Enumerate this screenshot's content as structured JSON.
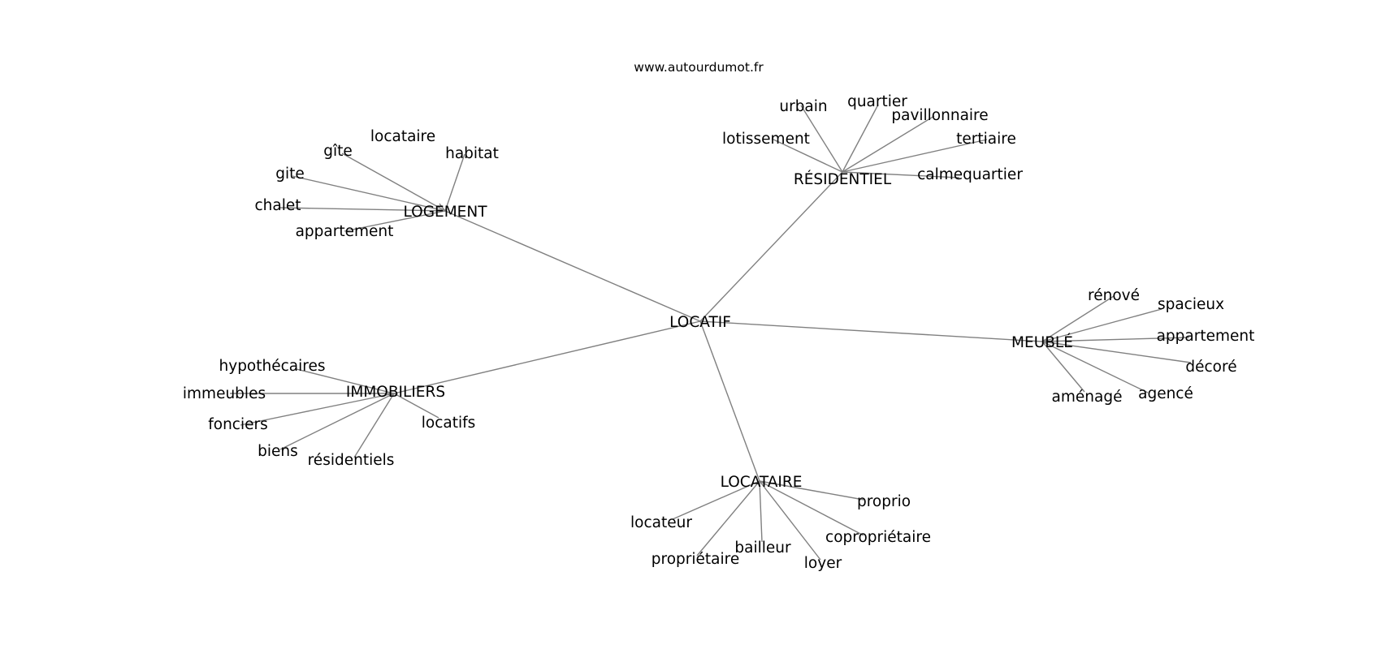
{
  "watermark": "www.autourdumot.fr",
  "center": "LOCATIF",
  "clusters": [
    {
      "id": "logement",
      "hub": "LOGEMENT",
      "leaves": [
        "locataire",
        "habitat",
        "gîte",
        "gite",
        "chalet",
        "appartement"
      ]
    },
    {
      "id": "residentiel",
      "hub": "RÉSIDENTIEL",
      "leaves": [
        "urbain",
        "quartier",
        "pavillonnaire",
        "lotissement",
        "tertiaire",
        "calmequartier"
      ]
    },
    {
      "id": "meuble",
      "hub": "MEUBLÉ",
      "leaves": [
        "rénové",
        "spacieux",
        "appartement",
        "décoré",
        "agencé",
        "aménagé"
      ]
    },
    {
      "id": "immobiliers",
      "hub": "IMMOBILIERS",
      "leaves": [
        "hypothécaires",
        "immeubles",
        "fonciers",
        "biens",
        "résidentiels",
        "locatifs"
      ]
    },
    {
      "id": "locataire",
      "hub": "LOCATAIRE",
      "leaves": [
        "proprio",
        "locateur",
        "copropriétaire",
        "bailleur",
        "propriétaire",
        "loyer"
      ]
    }
  ]
}
